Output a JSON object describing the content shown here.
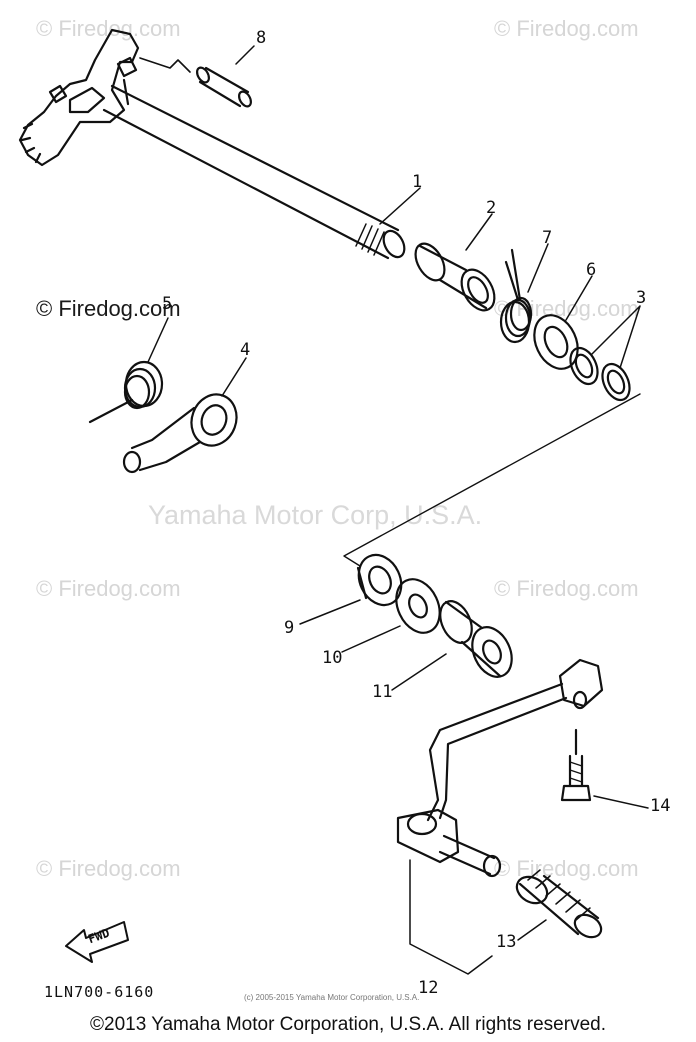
{
  "watermarks": {
    "site": "© Firedog.com",
    "center": "Yamaha Motor Corp, U.S.A."
  },
  "callouts": [
    "1",
    "2",
    "3",
    "4",
    "5",
    "6",
    "7",
    "8",
    "9",
    "10",
    "11",
    "12",
    "13",
    "14"
  ],
  "arrow_label": "FWD",
  "part_code": "1LN700-6160",
  "small_copyright": "(c) 2005-2015 Yamaha Motor Corporation, U.S.A.",
  "footer": "©2013 Yamaha Motor Corporation, U.S.A. All rights reserved."
}
